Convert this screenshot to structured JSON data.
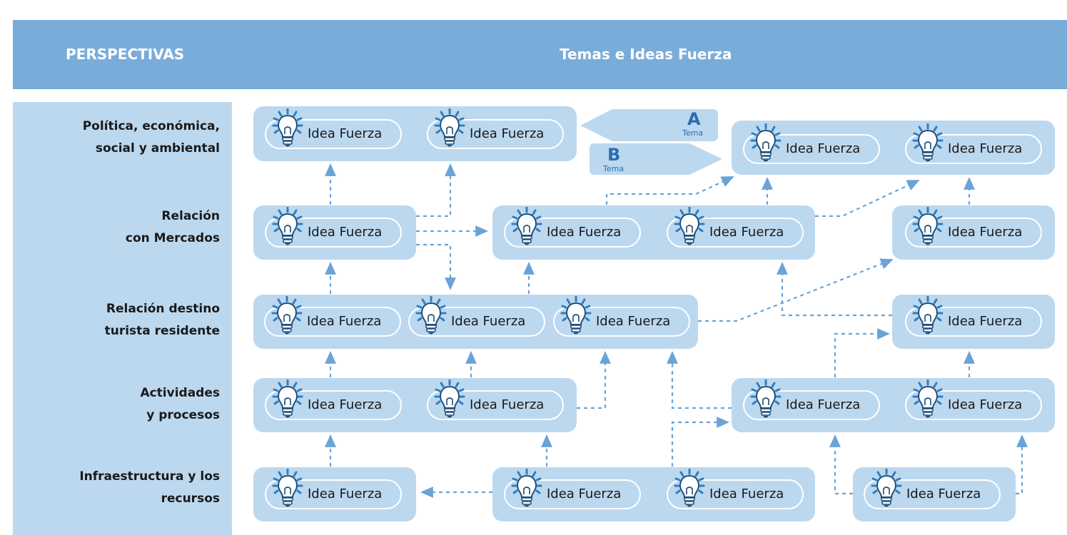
{
  "header": {
    "perspectives_title": "PERSPECTIVAS",
    "themes_title": "Temas e Ideas Fuerza"
  },
  "perspectives": [
    "Política, económica,\nsocial y ambiental",
    "Relación\ncon Mercados",
    "Relación destino\nturista residente",
    "Actividades\ny procesos",
    "Infraestructura y los\nrecursos"
  ],
  "idea_label": "Idea Fuerza",
  "tema_tags": [
    {
      "letter": "A",
      "word": "Tema"
    },
    {
      "letter": "B",
      "word": "Tema"
    }
  ],
  "colors": {
    "header": "#79acd9",
    "panel": "#bcd8ef",
    "connector": "#6aa3d6",
    "tag_text": "#2a6eb0",
    "bulb_ray": "#2f7ec2"
  },
  "icon": "lightbulb-icon"
}
